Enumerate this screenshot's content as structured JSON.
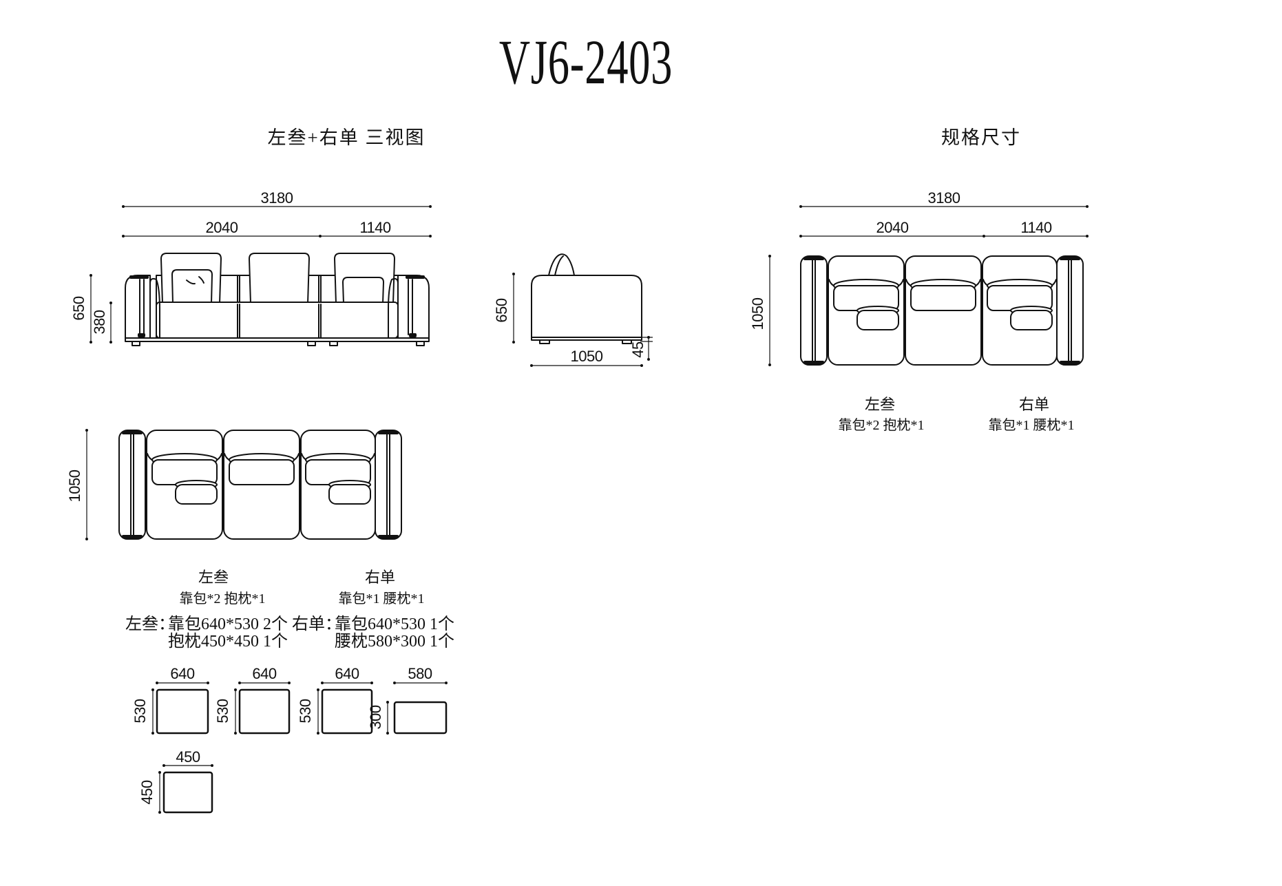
{
  "title": "VJ6-2403",
  "colors": {
    "line": "#111111",
    "background": "#ffffff"
  },
  "headers": {
    "left": "左叁+右单 三视图",
    "right": "规格尺寸"
  },
  "front_view": {
    "dim_total_width": "3180",
    "dim_left_width": "2040",
    "dim_right_width": "1140",
    "dim_height": "650",
    "dim_seat_height": "380"
  },
  "side_view": {
    "dim_height": "650",
    "dim_depth": "1050",
    "dim_foot_height": "45"
  },
  "top_view_right": {
    "dim_total_width": "3180",
    "dim_left_width": "2040",
    "dim_right_width": "1140",
    "dim_depth": "1050",
    "left_section_name": "左叁",
    "left_section_pillows": "靠包*2 抱枕*1",
    "right_section_name": "右单",
    "right_section_pillows": "靠包*1 腰枕*1"
  },
  "top_view_left": {
    "dim_depth": "1050",
    "left_section_name": "左叁",
    "left_section_pillows": "靠包*2 抱枕*1",
    "right_section_name": "右单",
    "right_section_pillows": "靠包*1 腰枕*1"
  },
  "spec": {
    "left_label": "左叁：",
    "left_line1": "靠包640*530 2个",
    "left_line2": "抱枕450*450 1个",
    "right_label": "右单：",
    "right_line1": "靠包640*530 1个",
    "right_line2": "腰枕580*300 1个"
  },
  "pillows": {
    "p1": {
      "w": "640",
      "h": "530"
    },
    "p2": {
      "w": "640",
      "h": "530"
    },
    "p3": {
      "w": "640",
      "h": "530"
    },
    "p4": {
      "w": "580",
      "h": "300"
    },
    "p5": {
      "w": "450",
      "h": "450"
    }
  }
}
